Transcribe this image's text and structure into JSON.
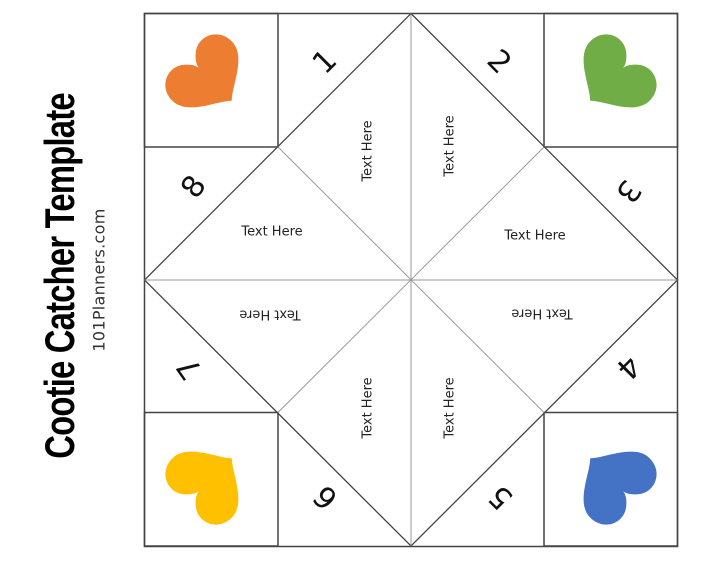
{
  "header": {
    "title": "Cootie Catcher Template",
    "subtitle": "101Planners.com"
  },
  "catcher": {
    "colors": {
      "border": "#444444",
      "fold_line": "#999999",
      "heart_top_left": "#ED7D31",
      "heart_top_right": "#70AD47",
      "heart_bottom_left": "#FFC000",
      "heart_bottom_right": "#4472C4"
    },
    "numbers": [
      "1",
      "2",
      "3",
      "4",
      "5",
      "6",
      "7",
      "8"
    ],
    "fortunes": [
      "Text Here",
      "Text Here",
      "Text Here",
      "Text Here",
      "Text Here",
      "Text Here",
      "Text Here",
      "Text Here"
    ],
    "hearts": [
      "orange-heart",
      "green-heart",
      "yellow-heart",
      "blue-heart"
    ]
  }
}
